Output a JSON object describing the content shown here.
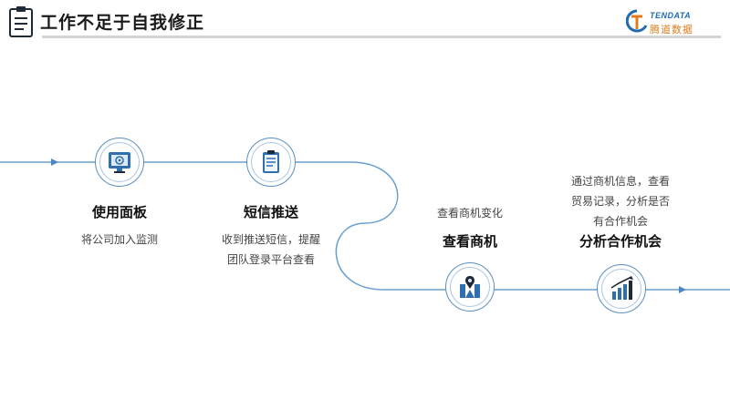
{
  "header": {
    "title": "工作不足于自我修正",
    "icon": "clipboard-icon"
  },
  "logo": {
    "en": "TENDATA",
    "cn": "腾道数据",
    "colors": {
      "blue": "#1f6bb5",
      "orange": "#e07c1f"
    }
  },
  "colors": {
    "line": "#6a9fd1",
    "accent": "#2f6fb0"
  },
  "steps": [
    {
      "title": "使用面板",
      "desc": [
        "将公司加入监测"
      ],
      "icon": "monitor-gear-icon"
    },
    {
      "title": "短信推送",
      "desc": [
        "收到推送短信，提醒",
        "团队登录平台查看"
      ],
      "icon": "clipboard-list-icon"
    },
    {
      "title": "查看商机",
      "desc": [
        "查看商机变化"
      ],
      "icon": "map-pin-building-icon"
    },
    {
      "title": "分析合作机会",
      "desc": [
        "通过商机信息，查看",
        "贸易记录，分析是否",
        "有合作机会"
      ],
      "icon": "growth-chart-icon"
    }
  ]
}
